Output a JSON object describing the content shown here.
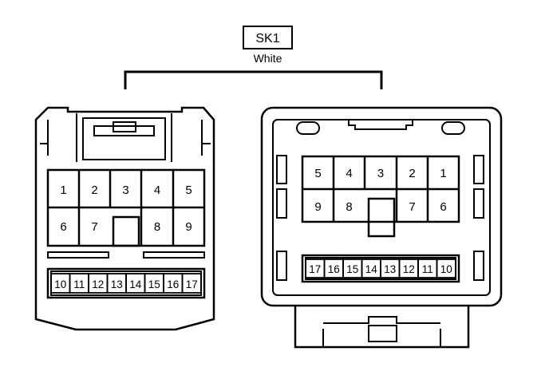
{
  "connector": {
    "id": "SK1",
    "color": "White"
  },
  "left_connector": {
    "top_row": [
      "1",
      "2",
      "3",
      "4",
      "5"
    ],
    "middle_row_left": [
      "6",
      "7"
    ],
    "middle_row_right": [
      "8",
      "9"
    ],
    "bottom_row": [
      "10",
      "11",
      "12",
      "13",
      "14",
      "15",
      "16",
      "17"
    ]
  },
  "right_connector": {
    "top_row": [
      "5",
      "4",
      "3",
      "2",
      "1"
    ],
    "middle_row_left": [
      "9",
      "8"
    ],
    "middle_row_right": [
      "7",
      "6"
    ],
    "bottom_row": [
      "17",
      "16",
      "15",
      "14",
      "13",
      "12",
      "11",
      "10"
    ]
  },
  "colors": {
    "stroke": "#000000",
    "background": "#ffffff"
  }
}
